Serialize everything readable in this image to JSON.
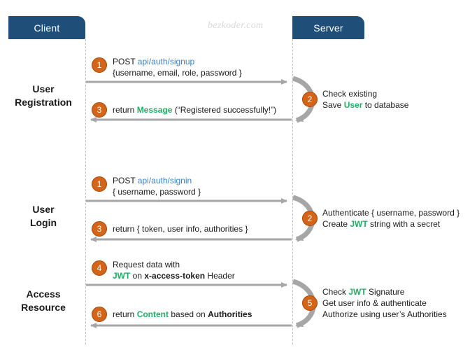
{
  "watermark": "bezkoder.com",
  "actors": {
    "client": "Client",
    "server": "Server"
  },
  "colors": {
    "actor_box": "#1F4E79",
    "number_circle": "#D2651A",
    "arrow": "#A6A6A6",
    "lifeline": "#BFBFBF",
    "endpoint_text": "#3C82C4",
    "highlight_text": "#1FAE66",
    "watermark": "#D9D9D9"
  },
  "sections": [
    {
      "label_line1": "User",
      "label_line2": "Registration",
      "messages": [
        {
          "number": "1",
          "direction": "client-to-server",
          "line1_prefix": "POST ",
          "line1_endpoint": "api/auth/signup",
          "line2": "{username, email, role, password }"
        },
        {
          "number": "3",
          "direction": "server-to-client",
          "parts": [
            "return ",
            "Message",
            " (“Registered successfully!”)"
          ]
        },
        {
          "number": "2",
          "direction": "server-self",
          "line1": "Check existing",
          "line2_prefix": "Save ",
          "line2_highlight": "User",
          "line2_suffix": " to database"
        }
      ]
    },
    {
      "label_line1": "User",
      "label_line2": "Login",
      "messages": [
        {
          "number": "1",
          "direction": "client-to-server",
          "line1_prefix": "POST ",
          "line1_endpoint": "api/auth/signin",
          "line2": "{ username, password }"
        },
        {
          "number": "3",
          "direction": "server-to-client",
          "parts": [
            "return { token, user info, authorities }"
          ]
        },
        {
          "number": "2",
          "direction": "server-self",
          "line1": "Authenticate { username, password }",
          "line2_prefix": "Create ",
          "line2_highlight": "JWT",
          "line2_suffix": " string with a secret"
        }
      ]
    },
    {
      "label_line1": "Access",
      "label_line2": "Resource",
      "messages": [
        {
          "number": "4",
          "direction": "client-to-server",
          "line1": "Request  data with",
          "line2_highlight": "JWT",
          "line2_mid": " on ",
          "line2_bold": "x-access-token",
          "line2_suffix": " Header"
        },
        {
          "number": "6",
          "direction": "server-to-client",
          "parts": [
            "return ",
            "Content",
            " based on ",
            "Authorities"
          ]
        },
        {
          "number": "5",
          "direction": "server-self",
          "line1_prefix": "Check ",
          "line1_highlight": "JWT",
          "line1_suffix": " Signature",
          "line2": "Get user info & authenticate",
          "line3": "Authorize using user’s Authorities"
        }
      ]
    }
  ]
}
